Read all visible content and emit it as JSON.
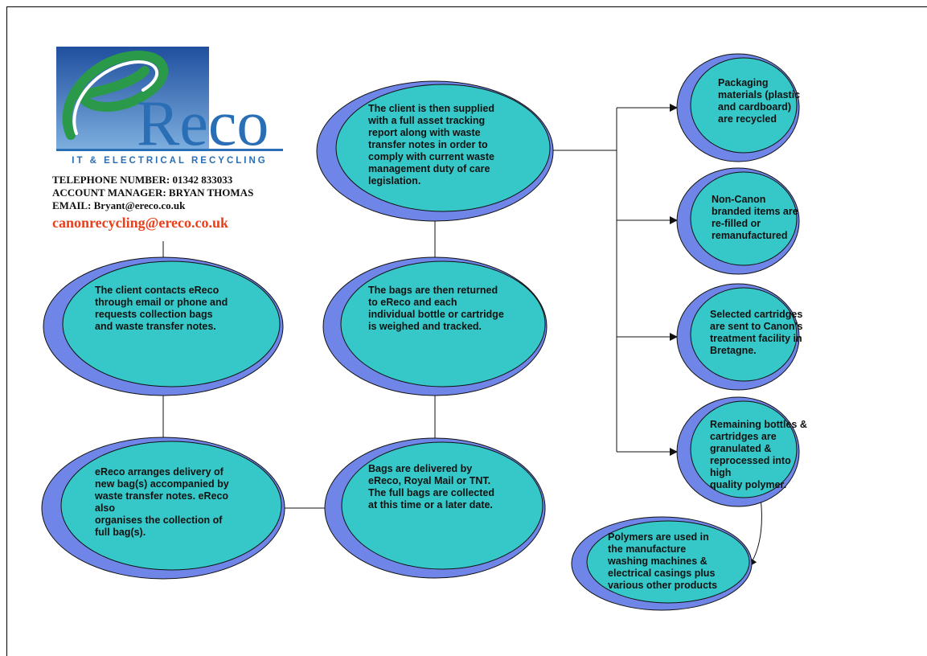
{
  "logo": {
    "wordmark": "Reco",
    "tagline": "IT & ELECTRICAL RECYCLING"
  },
  "contact": {
    "telephone": "TELEPHONE NUMBER: 01342 833033",
    "account_manager": "ACCOUNT MANAGER: BRYAN THOMAS",
    "email": "EMAIL: Bryant@ereco.co.uk",
    "recycling_email": "canonrecycling@ereco.co.uk"
  },
  "colors": {
    "outer_ellipse": "#6f86e8",
    "inner_ellipse": "#36c8c8",
    "stroke": "#111111",
    "accent_red": "#e8401c",
    "logo_blue": "#2a6fb5",
    "logo_green": "#2a9a4a"
  },
  "nodes": {
    "client_contacts": "The client contacts eReco\nthrough email or phone and\nrequests collection bags\nand waste transfer notes.",
    "arranges_delivery": "eReco arranges delivery of\nnew bag(s) accompanied by\nwaste transfer notes. eReco\nalso\norganises the collection of\nfull bag(s).",
    "bags_delivered": "Bags are delivered by\neReco, Royal Mail or TNT.\nThe full bags are collected\nat this time or a later date.",
    "bags_returned": "The bags are then returned\nto eReco and each\nindividual bottle or cartridge\nis weighed and tracked.",
    "tracking_report": "The client is then supplied\nwith a full asset tracking\nreport along with waste\ntransfer notes in order to\ncomply with current waste\nmanagement duty of care\nlegislation.",
    "packaging": "Packaging\nmaterials (plastic\nand cardboard)\nare recycled",
    "non_canon": "Non-Canon\nbranded items are\nre-filled or\nremanufactured",
    "selected_cartridges": "Selected cartridges\nare sent to Canon's\ntreatment facility in\nBretagne.",
    "remaining_bottles": "Remaining bottles &\ncartridges are\ngranulated &\nreprocessed into high\nquality polymer.",
    "polymers": "Polymers are used in\nthe manufacture\nwashing machines &\nelectrical casings plus\nvarious other products"
  }
}
